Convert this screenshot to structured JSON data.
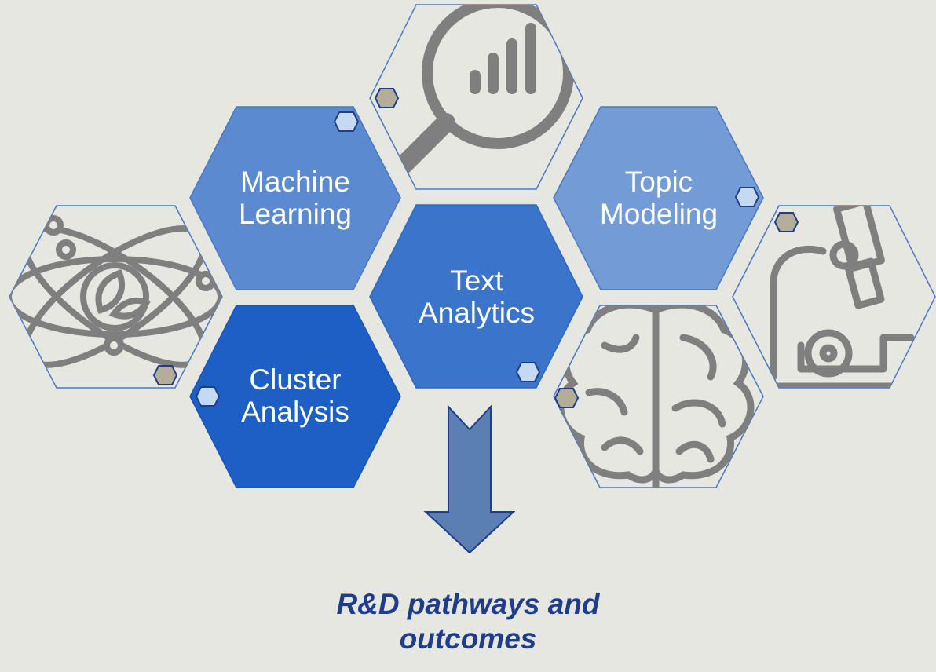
{
  "hexagons": {
    "machine_learning": {
      "line1": "Machine",
      "line2": "Learning"
    },
    "topic_modeling": {
      "line1": "Topic",
      "line2": "Modeling"
    },
    "text_analytics": {
      "line1": "Text",
      "line2": "Analytics"
    },
    "cluster_analysis": {
      "line1": "Cluster",
      "line2": "Analysis"
    }
  },
  "outcome": {
    "line1": "R&D pathways and",
    "line2": "outcomes"
  },
  "icons": [
    "magnifier-chart-icon",
    "atom-leaf-icon",
    "brain-icon",
    "microscope-icon"
  ],
  "colors": {
    "background": "#e7e7e2",
    "machine_learning": "#5b8ad0",
    "topic_modeling": "#739bd5",
    "text_analytics": "#3a75cb",
    "cluster_analysis": "#1e5fc6",
    "arrow": "#5b7fb3",
    "outcome_text": "#1f3d8a",
    "icon_stroke": "#7f7f7f"
  }
}
